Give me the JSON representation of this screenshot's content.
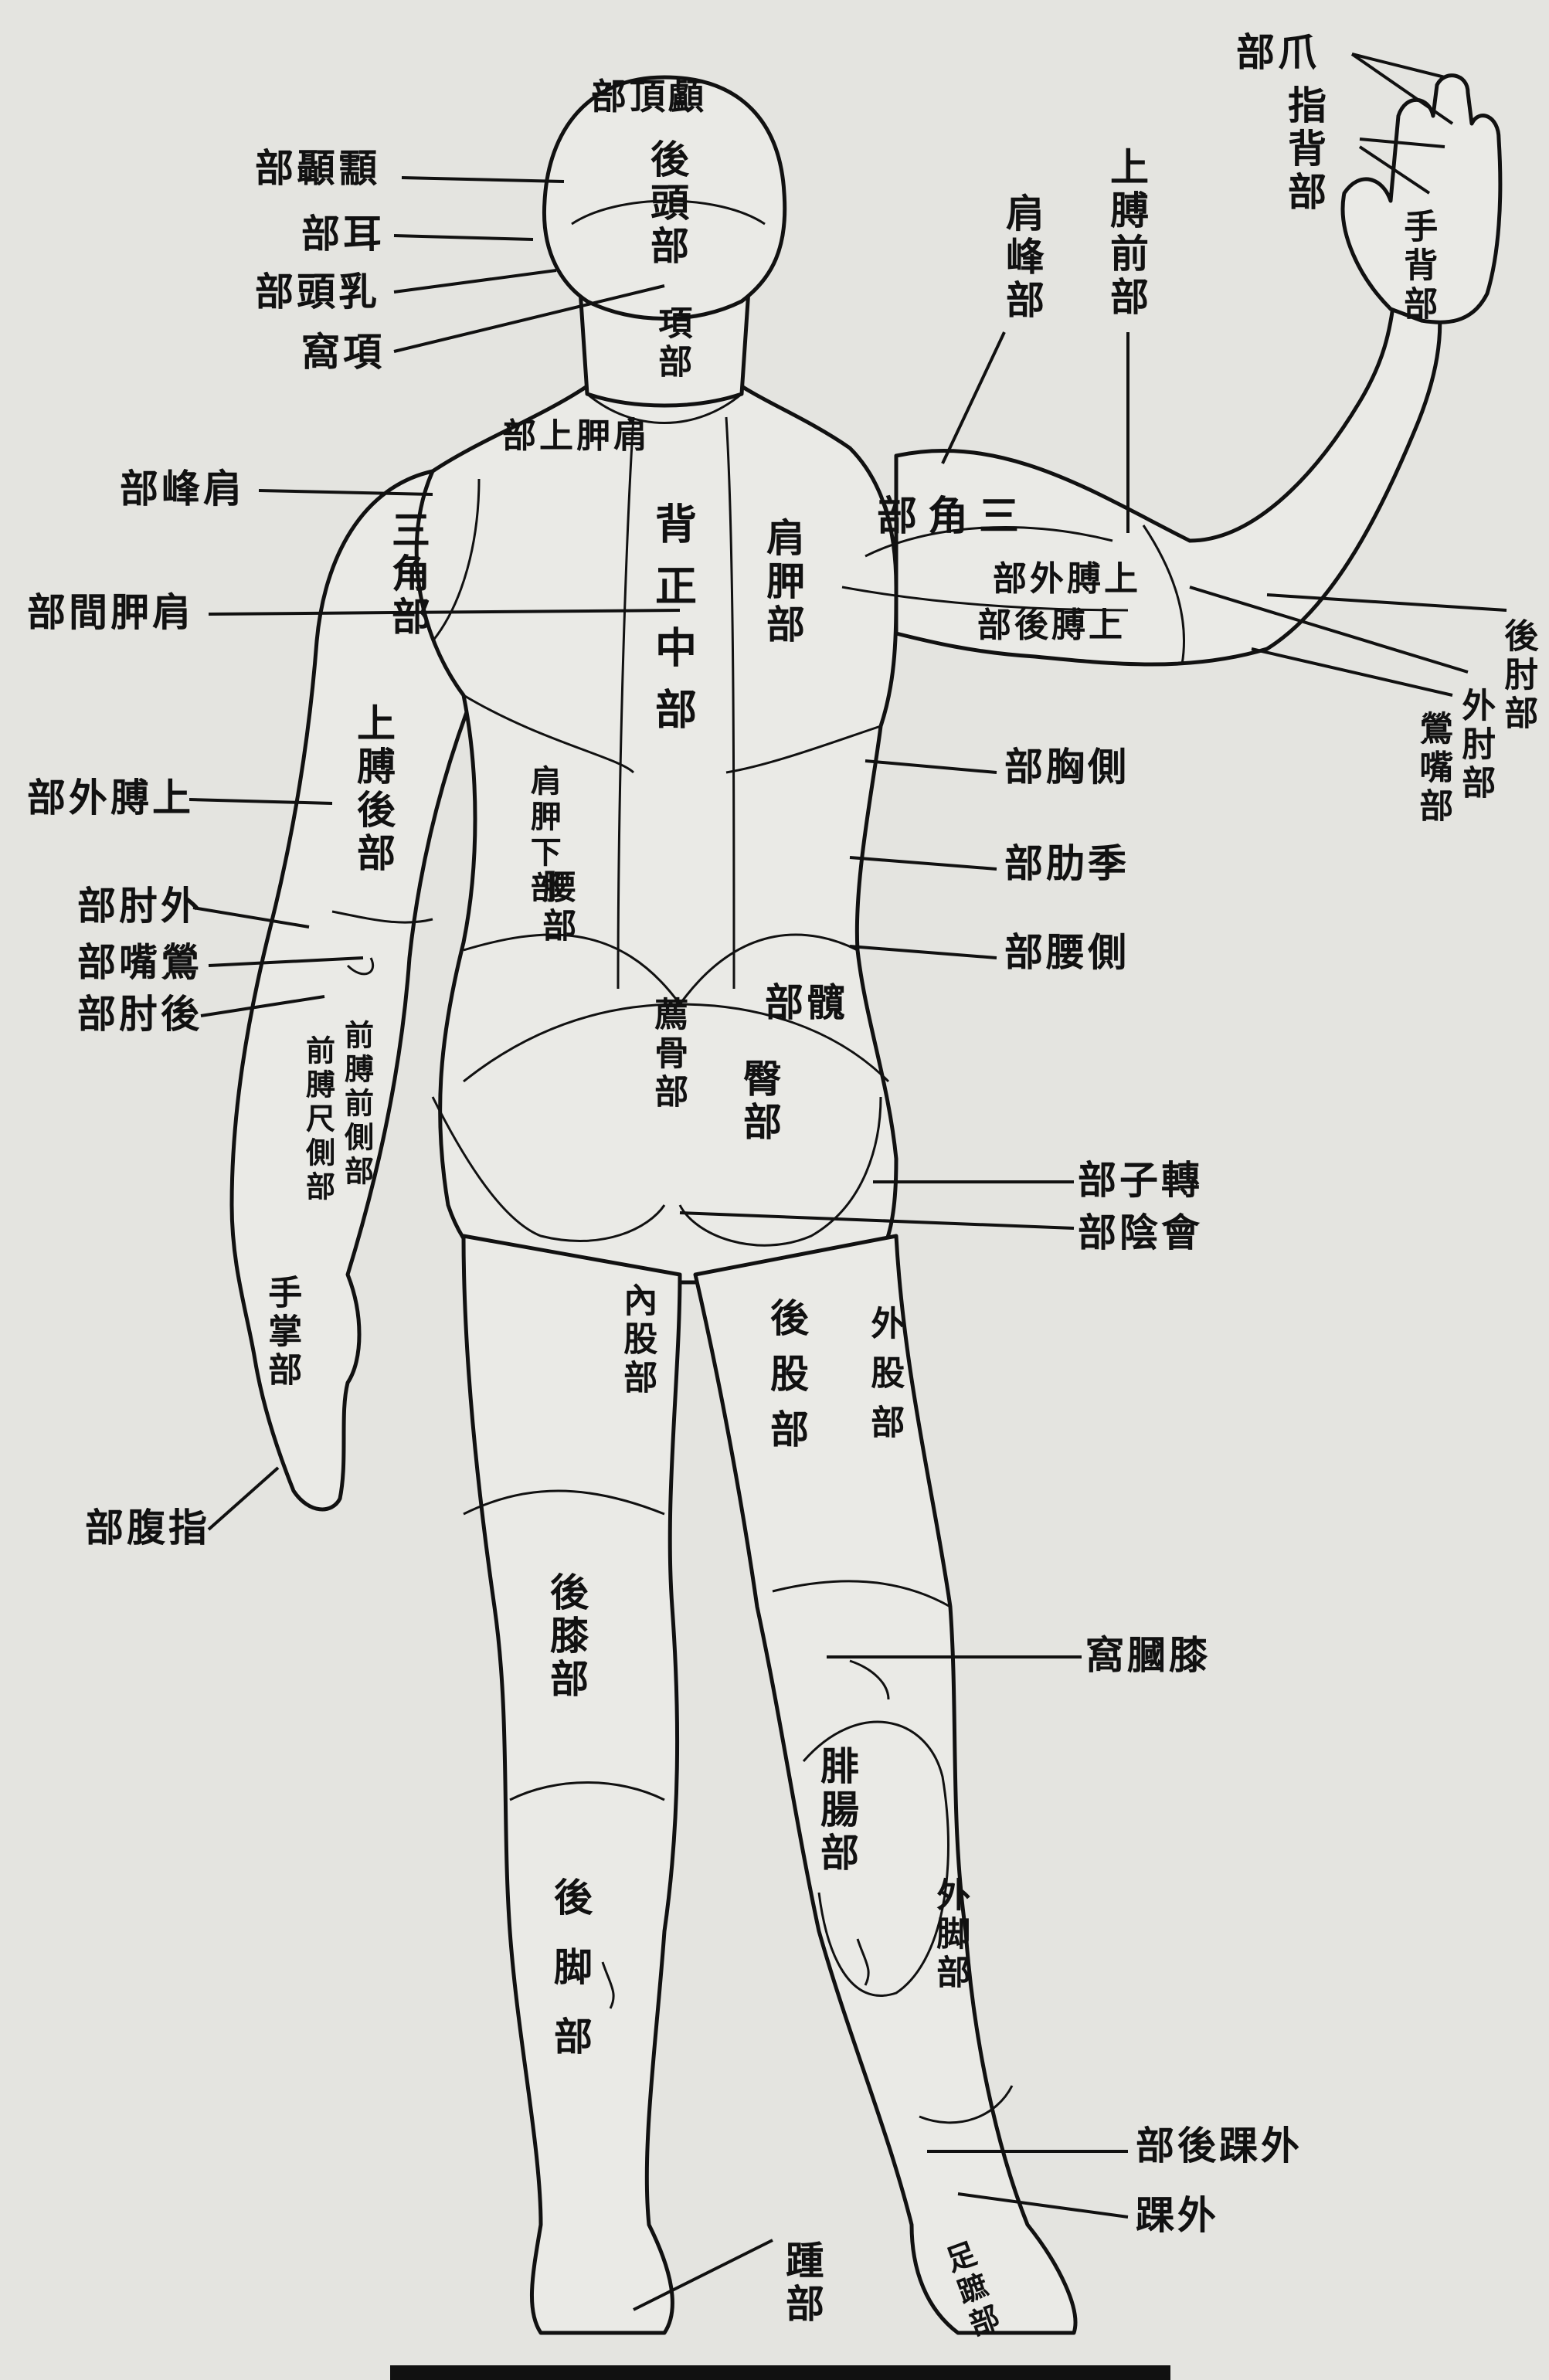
{
  "labels": {
    "l1": "部頂顱",
    "l2": "後頭部",
    "l3": "部顳顬",
    "l4": "部耳",
    "l5": "部頭乳",
    "l6": "窩項",
    "l7": "項部",
    "l8": "部爪",
    "l9": "指背部",
    "l10": "上膊前部",
    "l11": "肩峰部",
    "l12": "手背部",
    "l13": "部上胛肩",
    "l14": "部峰肩",
    "l15": "三角部",
    "l16": "背正中部",
    "l17": "肩胛部",
    "l18": "部角三",
    "l19": "部外膊上",
    "l20": "部後膊上",
    "l21": "部間胛肩",
    "l22": "後肘部",
    "l23": "外肘部",
    "l24": "鶯嘴部",
    "l25": "上膊後部",
    "l26": "部外膊上",
    "l27": "肩胛下部",
    "l28": "腰部",
    "l29": "部胸側",
    "l30": "部肋季",
    "l31": "部腰側",
    "l32": "部肘外",
    "l33": "部嘴鶯",
    "l34": "部肘後",
    "l35": "前膊前側部",
    "l36": "前膊尺側部",
    "l37": "部髖",
    "l38": "薦骨部",
    "l39": "臀部",
    "l40": "部子轉",
    "l41": "部陰會",
    "l42": "手掌部",
    "l43": "內股部",
    "l44": "後股部",
    "l45": "外股部",
    "l46": "部腹指",
    "l47": "窩膕膝",
    "l48": "後膝部",
    "l49": "腓腸部",
    "l50": "後脚部",
    "l51": "外脚部",
    "l52": "部後踝外",
    "l53": "踝外",
    "l54": "踵部",
    "l55": "足蹠部"
  },
  "colors": {
    "ink": "#111111",
    "paper": "#e4e4e0",
    "figure_fill": "#eaeae6"
  }
}
